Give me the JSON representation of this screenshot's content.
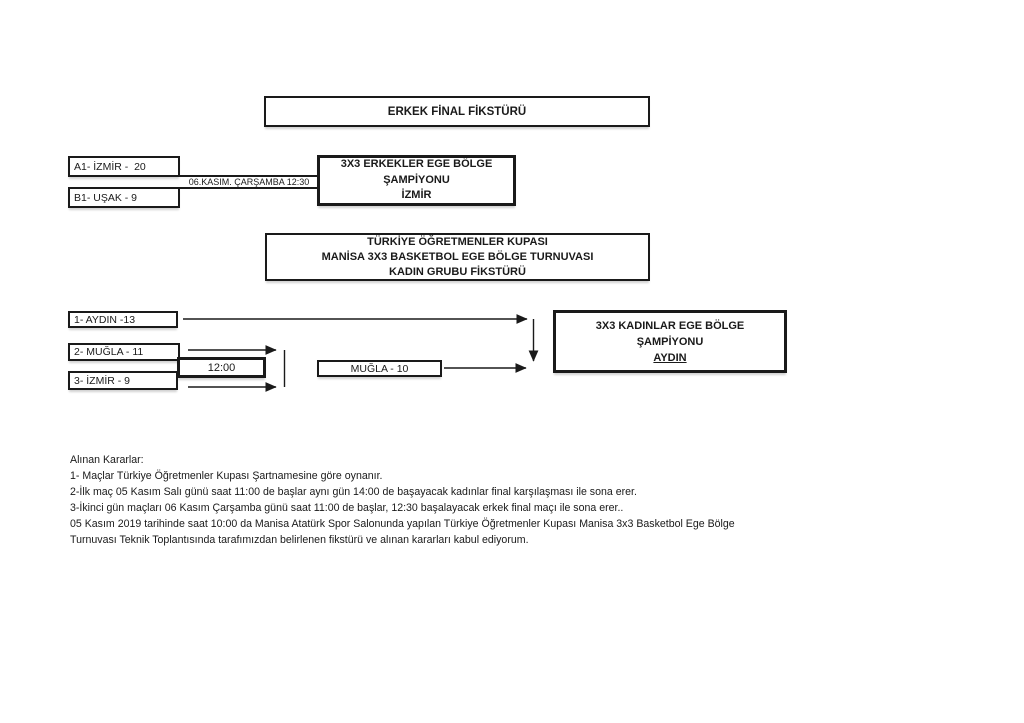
{
  "page": {
    "bg_color": "#ffffff",
    "ink_color": "#1a1a1a"
  },
  "men": {
    "title": "ERKEK FİNAL FİKSTÜRÜ",
    "team_a": "A1- İZMİR -  20",
    "team_b": "B1- UŞAK - 9",
    "match_time": "06.KASIM. ÇARŞAMBA 12:30",
    "champion": {
      "line1": "3X3 ERKEKLER EGE BÖLGE",
      "line2": "ŞAMPİYONU",
      "line3": "İZMİR"
    }
  },
  "women": {
    "title": {
      "line1": "TÜRKİYE ÖĞRETMENLER KUPASI",
      "line2": "MANİSA 3X3 BASKETBOL EGE BÖLGE TURNUVASI",
      "line3": "KADIN GRUBU FİKSTÜRÜ"
    },
    "team1": "1- AYDIN -13",
    "team2": "2- MUĞLA - 11",
    "team3": "3- İZMİR - 9",
    "semifinal_time": "12:00",
    "semifinal_winner": "MUĞLA - 10",
    "champion": {
      "line1": "3X3 KADINLAR EGE BÖLGE",
      "line2": "ŞAMPİYONU",
      "line3": "AYDIN"
    }
  },
  "decisions": {
    "heading": "Alınan Kararlar:",
    "items": [
      "1- Maçlar Türkiye Öğretmenler Kupası Şartnamesine göre oynanır.",
      "2-İlk maç 05 Kasım Salı günü saat 11:00 de başlar aynı gün 14:00 de başayacak kadınlar final karşılaşması ile sona erer.",
      "3-İkinci gün maçları 06 Kasım Çarşamba günü saat 11:00 de başlar, 12:30 başalayacak erkek final maçı ile sona erer..",
      "05 Kasım 2019 tarihinde saat 10:00 da Manisa Atatürk Spor Salonunda yapılan Türkiye Öğretmenler Kupası Manisa 3x3 Basketbol Ege Bölge",
      "Turnuvası Teknik Toplantısında tarafımızdan belirlenen fikstürü ve alınan kararları kabul ediyorum."
    ]
  }
}
